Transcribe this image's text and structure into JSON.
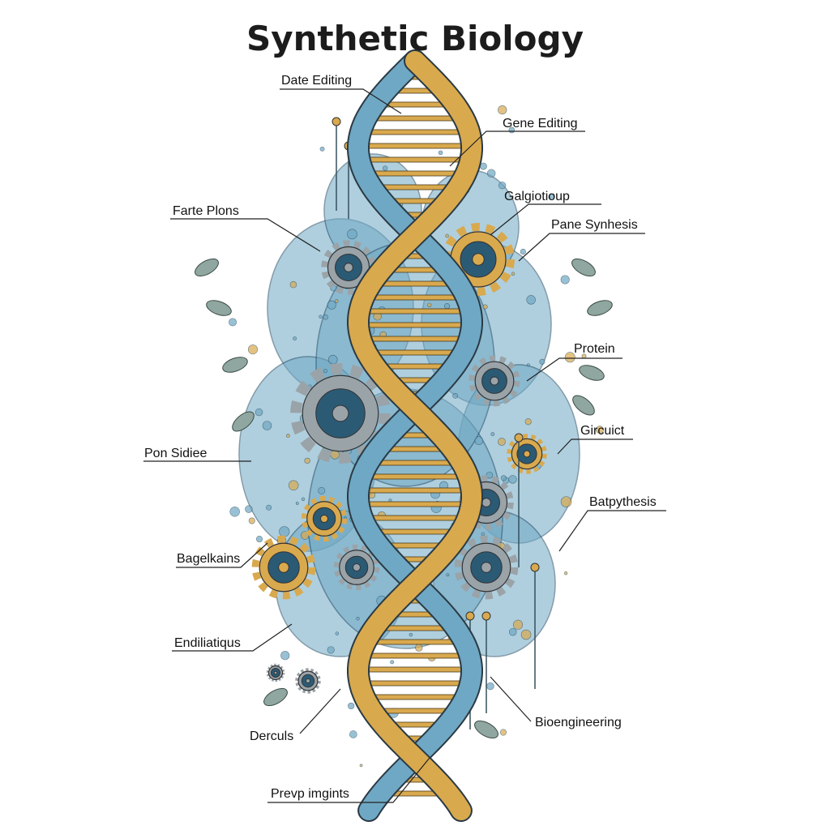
{
  "title": "Synthetic Biology",
  "labels": [
    {
      "id": "date-editing",
      "text": "Date Editing"
    },
    {
      "id": "gene-editing",
      "text": "Gene Editing"
    },
    {
      "id": "galgiotioup",
      "text": "Galgiotioup"
    },
    {
      "id": "pane-synhesis",
      "text": "Pane Synhesis"
    },
    {
      "id": "farte-plons",
      "text": "Farte Plons"
    },
    {
      "id": "protein",
      "text": "Protein"
    },
    {
      "id": "gircuict",
      "text": "Gircuict"
    },
    {
      "id": "pon-sidiee",
      "text": "Pon Sidiee"
    },
    {
      "id": "batpythesis",
      "text": "Batpythesis"
    },
    {
      "id": "bagelkains",
      "text": "Bagelkains"
    },
    {
      "id": "endiliatiqus",
      "text": "Endiliatiqus"
    },
    {
      "id": "derculs",
      "text": "Derculs"
    },
    {
      "id": "bioengineering",
      "text": "Bioengineering"
    },
    {
      "id": "prevp-imgints",
      "text": "Prevp imgints"
    }
  ],
  "colors": {
    "gold": "#d9a94e",
    "blue": "#6fa8c4",
    "dark_blue": "#1f4a66",
    "gear_grey": "#9aa3a8",
    "leaf": "#8fa7a0"
  }
}
